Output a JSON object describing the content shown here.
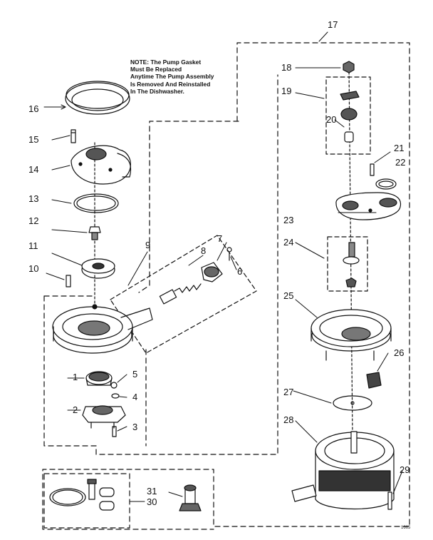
{
  "note": {
    "lines": [
      "NOTE: The Pump Gasket",
      "Must Be Replaced",
      "Anytime The Pump Assembly",
      "Is Removed And Reinstalled",
      "In The Dishwasher."
    ]
  },
  "callouts": [
    {
      "id": "1",
      "label": "1"
    },
    {
      "id": "2",
      "label": "2"
    },
    {
      "id": "3",
      "label": "3"
    },
    {
      "id": "4",
      "label": "4"
    },
    {
      "id": "5",
      "label": "5"
    },
    {
      "id": "6",
      "label": "6"
    },
    {
      "id": "7",
      "label": "7"
    },
    {
      "id": "8",
      "label": "8"
    },
    {
      "id": "9",
      "label": "9"
    },
    {
      "id": "10",
      "label": "10"
    },
    {
      "id": "11",
      "label": "11"
    },
    {
      "id": "12",
      "label": "12"
    },
    {
      "id": "13",
      "label": "13"
    },
    {
      "id": "14",
      "label": "14"
    },
    {
      "id": "15",
      "label": "15"
    },
    {
      "id": "16",
      "label": "16"
    },
    {
      "id": "17",
      "label": "17"
    },
    {
      "id": "18",
      "label": "18"
    },
    {
      "id": "19",
      "label": "19"
    },
    {
      "id": "20",
      "label": "20"
    },
    {
      "id": "21",
      "label": "21"
    },
    {
      "id": "22",
      "label": "22"
    },
    {
      "id": "23",
      "label": "23"
    },
    {
      "id": "24",
      "label": "24"
    },
    {
      "id": "25",
      "label": "25"
    },
    {
      "id": "26",
      "label": "26"
    },
    {
      "id": "27",
      "label": "27"
    },
    {
      "id": "28",
      "label": "28"
    },
    {
      "id": "29",
      "label": "29"
    },
    {
      "id": "30",
      "label": "30"
    },
    {
      "id": "31",
      "label": "31"
    }
  ],
  "drawing_code": "1665",
  "colors": {
    "ink": "#111111",
    "paper": "#ffffff"
  }
}
